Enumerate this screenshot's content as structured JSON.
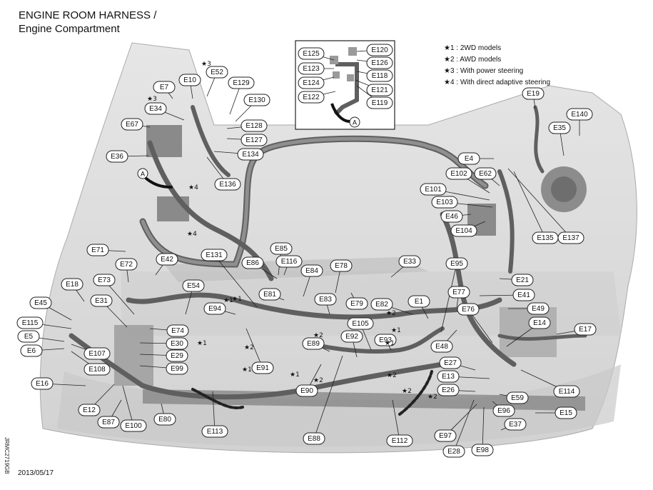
{
  "title": {
    "line1": "ENGINE ROOM HARNESS /",
    "line2": "Engine Compartment"
  },
  "legend": [
    "★1 : 2WD models",
    "★2 : AWD models",
    "★3 : With power steering",
    "★4 : With direct adaptive steering"
  ],
  "side_code": "JRMC2719GB",
  "date": "2013/05/17",
  "inset_marker": "A",
  "connectors": [
    "E125",
    "E120",
    "E126",
    "E123",
    "E118",
    "E124",
    "E121",
    "E122",
    "E119",
    "E7",
    "E10",
    "E52",
    "E129",
    "E34",
    "E130",
    "E67",
    "E128",
    "E127",
    "E36",
    "E134",
    "E136",
    "E19",
    "E140",
    "E35",
    "E4",
    "E102",
    "E62",
    "E101",
    "E103",
    "E46",
    "E104",
    "E135",
    "E137",
    "E71",
    "E72",
    "E42",
    "E131",
    "E86",
    "E85",
    "E116",
    "E84",
    "E78",
    "E33",
    "E95",
    "E21",
    "E18",
    "E73",
    "E54",
    "E81",
    "E83",
    "E79",
    "E82",
    "E1",
    "E77",
    "E41",
    "E45",
    "E31",
    "E94",
    "E76",
    "E49",
    "E115",
    "E74",
    "E30",
    "E89",
    "E92",
    "E105",
    "E93",
    "E14",
    "E17",
    "E5",
    "E107",
    "E29",
    "E90",
    "E91",
    "E48",
    "E6",
    "E108",
    "E99",
    "E27",
    "E114",
    "E13",
    "E16",
    "E26",
    "E59",
    "E12",
    "E80",
    "E87",
    "E100",
    "E15",
    "E96",
    "E113",
    "E88",
    "E112",
    "E97",
    "E37",
    "E28",
    "E98"
  ],
  "stars": [
    "★3",
    "★3",
    "★4",
    "★4",
    "★1",
    "★1",
    "★1",
    "★2",
    "★2",
    "★1",
    "★2",
    "★2",
    "★1",
    "★2",
    "★2",
    "★2",
    "★1",
    "★1"
  ]
}
